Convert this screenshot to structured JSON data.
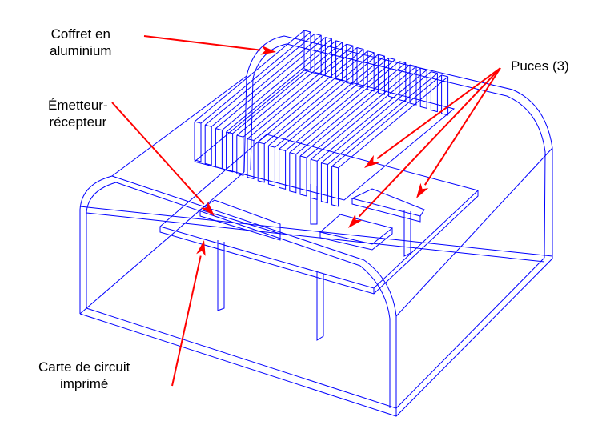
{
  "labels": {
    "enclosure": [
      "Coffret en",
      "aluminium"
    ],
    "chips": "Puces (3)",
    "transceiver": [
      "Émetteur-",
      "récepteur"
    ],
    "pcb": [
      "Carte de circuit",
      "imprimé"
    ]
  },
  "colors": {
    "wireframe": "#0000ff",
    "arrows": "#ff0000",
    "text": "#000000"
  },
  "heatsink": {
    "fin_count": 14
  }
}
